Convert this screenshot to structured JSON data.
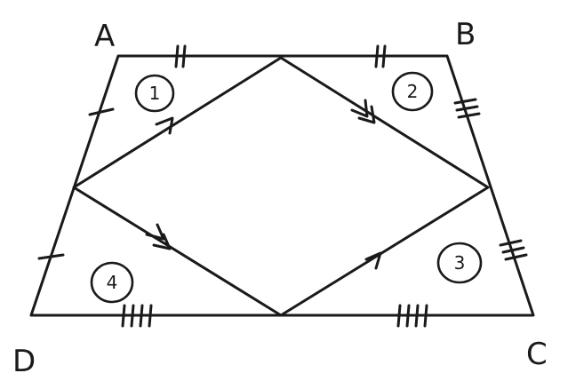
{
  "vertices": {
    "a": "A",
    "b": "B",
    "c": "C",
    "d": "D"
  },
  "regions": [
    "1",
    "2",
    "3",
    "4"
  ],
  "colors": {
    "ink": "#1a1a1a",
    "background": "#ffffff"
  }
}
